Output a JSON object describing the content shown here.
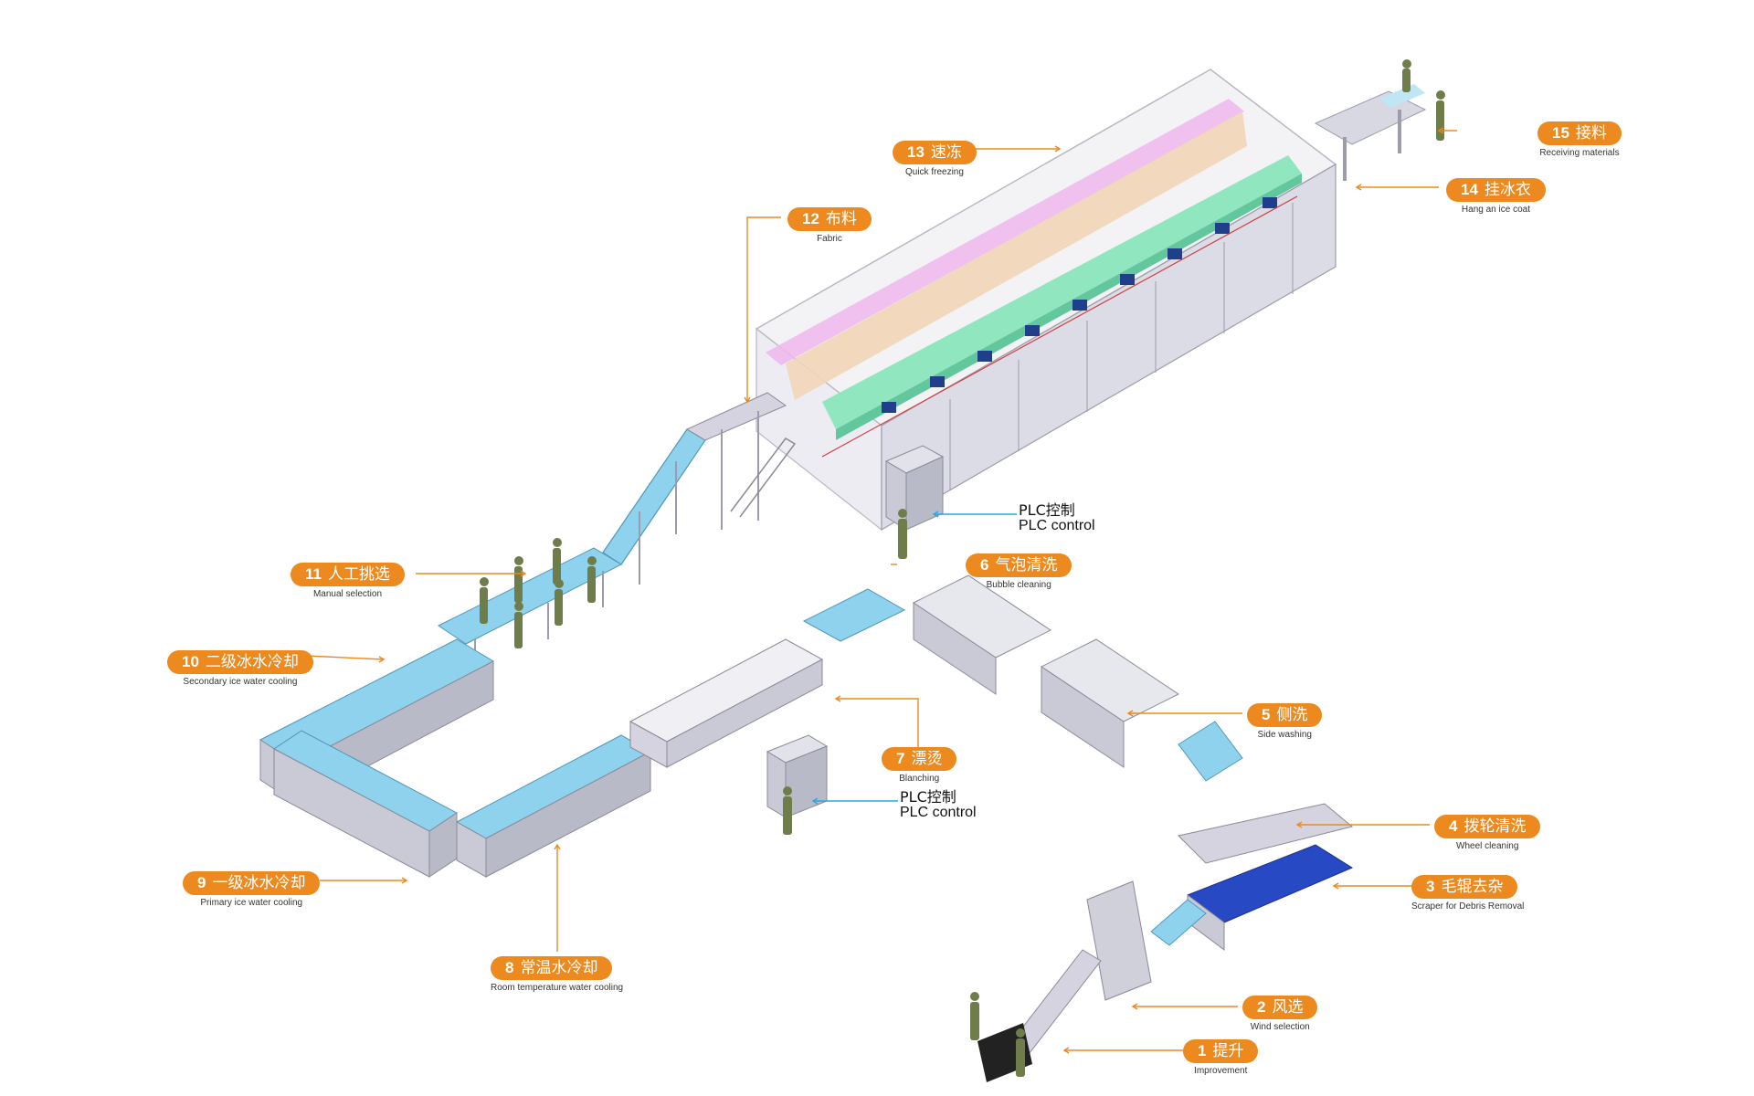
{
  "colors": {
    "accent": "#ec8a1f",
    "pointer_blue": "#2aa8e0",
    "conveyor_blue": "#8fd2ee",
    "machine_grey": "#c9cbd6",
    "frame_lavender": "#d6d3e0",
    "freezer_green": "#8fe6bf",
    "freezer_pink": "#efb7ec",
    "worker": "#6f7d4a"
  },
  "steps": [
    {
      "num": "1",
      "zh": "提升",
      "en": "Improvement"
    },
    {
      "num": "2",
      "zh": "风选",
      "en": "Wind selection"
    },
    {
      "num": "3",
      "zh": "毛辊去杂",
      "en": "Scraper for Debris Removal"
    },
    {
      "num": "4",
      "zh": "拨轮清洗",
      "en": "Wheel cleaning"
    },
    {
      "num": "5",
      "zh": "侧洗",
      "en": "Side washing"
    },
    {
      "num": "6",
      "zh": "气泡清洗",
      "en": "Bubble cleaning"
    },
    {
      "num": "7",
      "zh": "漂烫",
      "en": "Blanching"
    },
    {
      "num": "8",
      "zh": "常温水冷却",
      "en": "Room temperature water cooling"
    },
    {
      "num": "9",
      "zh": "一级冰水冷却",
      "en": "Primary ice water cooling"
    },
    {
      "num": "10",
      "zh": "二级冰水冷却",
      "en": "Secondary ice water cooling"
    },
    {
      "num": "11",
      "zh": "人工挑选",
      "en": "Manual selection"
    },
    {
      "num": "12",
      "zh": "布料",
      "en": "Fabric"
    },
    {
      "num": "13",
      "zh": "速冻",
      "en": "Quick freezing"
    },
    {
      "num": "14",
      "zh": "挂冰衣",
      "en": "Hang an ice coat"
    },
    {
      "num": "15",
      "zh": "接料",
      "en": "Receiving materials"
    }
  ],
  "plc": [
    {
      "zh": "PLC控制",
      "en": "PLC control"
    },
    {
      "zh": "PLC控制",
      "en": "PLC control"
    }
  ]
}
